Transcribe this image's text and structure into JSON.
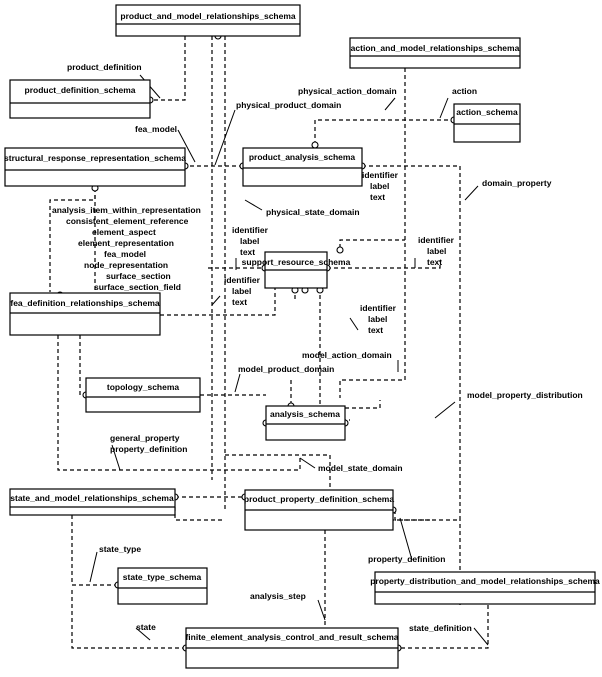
{
  "schemas": {
    "product_and_model": "product_and_model_relationships_schema",
    "action_and_model": "action_and_model_relationships_schema",
    "product_definition": "product_definition_schema",
    "action": "action_schema",
    "structural_response": "structural_response_representation_schema",
    "product_analysis": "product_analysis_schema",
    "support_resource": "support_resource_schema",
    "fea_definition": "fea_definition_relationships_schema",
    "topology": "topology_schema",
    "analysis": "analysis_schema",
    "state_and_model": "state_and_model_relationships_schema",
    "product_property_definition": "product_property_definition_schema",
    "state_type": "state_type_schema",
    "property_distribution": "property_distribution_and_model_relationships_schema",
    "fea_control": "finite_element_analysis_control_and_result_schema"
  },
  "labels": {
    "product_definition": "product_definition",
    "physical_action_domain": "physical_action_domain",
    "action": "action",
    "physical_product_domain": "physical_product_domain",
    "fea_model": "fea_model",
    "domain_property": "domain_property",
    "physical_state_domain": "physical_state_domain",
    "model_action_domain": "model_action_domain",
    "model_product_domain": "model_product_domain",
    "model_property_distribution": "model_property_distribution",
    "model_state_domain": "model_state_domain",
    "state_type": "state_type",
    "property_definition": "property_definition",
    "analysis_step": "analysis_step",
    "state": "state",
    "state_definition": "state_definition",
    "fea_items": [
      "analysis_item_within_representation",
      "consistent_element_reference",
      "element_aspect",
      "element_representation",
      "fea_model",
      "node_representation",
      "surface_section",
      "surface_section_field"
    ],
    "general_property_block": [
      "general_property",
      "property_definition"
    ],
    "resource_refs": [
      "identifier",
      "label",
      "text"
    ]
  }
}
